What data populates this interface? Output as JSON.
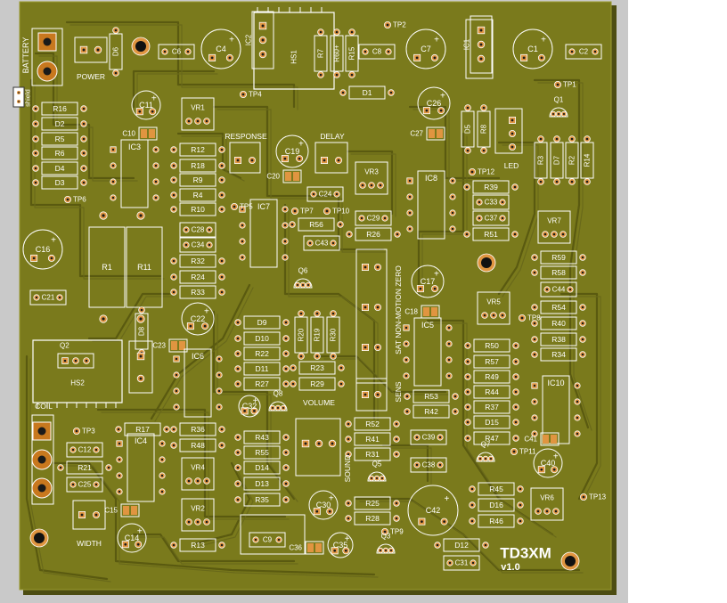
{
  "board": {
    "title": "TD3XM",
    "version": "v1.0",
    "colors": {
      "background": "#c9c9c9",
      "board": "#7a7a1c",
      "board_shadow": "#4d4d12",
      "silkscreen": "#ffffff",
      "pad": "#c8781e",
      "pad_ring": "#e09540",
      "trace": "#5a5a10",
      "hole": "#1a1a1a"
    }
  },
  "labels": {
    "battery": "BATTERY",
    "shield": "shield",
    "power": "POWER",
    "response": "RESPONSE",
    "delay": "DELAY",
    "led": "LED",
    "coil": "COIL",
    "width": "WIDTH",
    "volume": "VOLUME",
    "sound": "SOUND",
    "sens": "SENS",
    "sat_nmz": "SAT NON-MOTION ZERO"
  },
  "parts": [
    {
      "ref": "D6",
      "kind": "res_v"
    },
    {
      "ref": "C6",
      "kind": "cap"
    },
    {
      "ref": "C4",
      "kind": "ecap"
    },
    {
      "ref": "IC2",
      "kind": "tab"
    },
    {
      "ref": "HS1",
      "kind": "hs"
    },
    {
      "ref": "R7",
      "kind": "res_v"
    },
    {
      "ref": "R60+",
      "kind": "res_v"
    },
    {
      "ref": "R15",
      "kind": "res_v"
    },
    {
      "ref": "C8",
      "kind": "cap"
    },
    {
      "ref": "TP2",
      "kind": "tp"
    },
    {
      "ref": "C7",
      "kind": "ecap"
    },
    {
      "ref": "IC1",
      "kind": "tab"
    },
    {
      "ref": "C1",
      "kind": "ecap"
    },
    {
      "ref": "C2",
      "kind": "cap"
    },
    {
      "ref": "TP1",
      "kind": "tp"
    },
    {
      "ref": "TP4",
      "kind": "tp"
    },
    {
      "ref": "D1",
      "kind": "res_h"
    },
    {
      "ref": "R16",
      "kind": "res_h"
    },
    {
      "ref": "D2",
      "kind": "res_h"
    },
    {
      "ref": "R5",
      "kind": "res_h"
    },
    {
      "ref": "R6",
      "kind": "res_h"
    },
    {
      "ref": "D4",
      "kind": "res_h"
    },
    {
      "ref": "D3",
      "kind": "res_h"
    },
    {
      "ref": "TP6",
      "kind": "tp"
    },
    {
      "ref": "C11",
      "kind": "ecap"
    },
    {
      "ref": "C10",
      "kind": "smd"
    },
    {
      "ref": "IC3",
      "kind": "ic"
    },
    {
      "ref": "VR1",
      "kind": "vr"
    },
    {
      "ref": "R12",
      "kind": "res_h"
    },
    {
      "ref": "R18",
      "kind": "res_h"
    },
    {
      "ref": "R9",
      "kind": "res_h"
    },
    {
      "ref": "R4",
      "kind": "res_h"
    },
    {
      "ref": "R10",
      "kind": "res_h"
    },
    {
      "ref": "C19",
      "kind": "ecap"
    },
    {
      "ref": "C20",
      "kind": "smd"
    },
    {
      "ref": "IC7",
      "kind": "ic"
    },
    {
      "ref": "TP5",
      "kind": "tp"
    },
    {
      "ref": "TP7",
      "kind": "tp"
    },
    {
      "ref": "VR3",
      "kind": "vr"
    },
    {
      "ref": "C24",
      "kind": "cap"
    },
    {
      "ref": "TP10",
      "kind": "tp"
    },
    {
      "ref": "R56",
      "kind": "res_h"
    },
    {
      "ref": "C29",
      "kind": "cap"
    },
    {
      "ref": "C43",
      "kind": "cap"
    },
    {
      "ref": "R26",
      "kind": "res_h"
    },
    {
      "ref": "C26",
      "kind": "ecap"
    },
    {
      "ref": "C27",
      "kind": "smd"
    },
    {
      "ref": "IC8",
      "kind": "ic"
    },
    {
      "ref": "D5",
      "kind": "res_v"
    },
    {
      "ref": "R8",
      "kind": "res_v"
    },
    {
      "ref": "Q1",
      "kind": "to92"
    },
    {
      "ref": "R3",
      "kind": "res_v"
    },
    {
      "ref": "D7",
      "kind": "res_v"
    },
    {
      "ref": "R2",
      "kind": "res_v"
    },
    {
      "ref": "R14",
      "kind": "res_v"
    },
    {
      "ref": "TP12",
      "kind": "tp"
    },
    {
      "ref": "R39",
      "kind": "res_h"
    },
    {
      "ref": "C33",
      "kind": "cap"
    },
    {
      "ref": "C37",
      "kind": "cap"
    },
    {
      "ref": "R51",
      "kind": "res_h"
    },
    {
      "ref": "C16",
      "kind": "ecap"
    },
    {
      "ref": "R1",
      "kind": "big"
    },
    {
      "ref": "R11",
      "kind": "big"
    },
    {
      "ref": "C21",
      "kind": "cap"
    },
    {
      "ref": "C28",
      "kind": "cap"
    },
    {
      "ref": "C34",
      "kind": "cap"
    },
    {
      "ref": "R32",
      "kind": "res_h"
    },
    {
      "ref": "R24",
      "kind": "res_h"
    },
    {
      "ref": "R33",
      "kind": "res_h"
    },
    {
      "ref": "Q6",
      "kind": "to92"
    },
    {
      "ref": "C17",
      "kind": "ecap"
    },
    {
      "ref": "C18",
      "kind": "smd"
    },
    {
      "ref": "IC5",
      "kind": "ic"
    },
    {
      "ref": "VR7",
      "kind": "vr"
    },
    {
      "ref": "R59",
      "kind": "res_h"
    },
    {
      "ref": "R58",
      "kind": "res_h"
    },
    {
      "ref": "C44",
      "kind": "cap"
    },
    {
      "ref": "VR5",
      "kind": "vr"
    },
    {
      "ref": "TP8",
      "kind": "tp"
    },
    {
      "ref": "R54",
      "kind": "res_h"
    },
    {
      "ref": "R40",
      "kind": "res_h"
    },
    {
      "ref": "R38",
      "kind": "res_h"
    },
    {
      "ref": "R34",
      "kind": "res_h"
    },
    {
      "ref": "D8",
      "kind": "res_v"
    },
    {
      "ref": "Q2",
      "kind": "to220"
    },
    {
      "ref": "HS2",
      "kind": "hs"
    },
    {
      "ref": "C22",
      "kind": "ecap"
    },
    {
      "ref": "C23",
      "kind": "smd"
    },
    {
      "ref": "IC6",
      "kind": "ic"
    },
    {
      "ref": "D9",
      "kind": "res_h"
    },
    {
      "ref": "D10",
      "kind": "res_h"
    },
    {
      "ref": "R22",
      "kind": "res_h"
    },
    {
      "ref": "D11",
      "kind": "res_h"
    },
    {
      "ref": "R27",
      "kind": "res_h"
    },
    {
      "ref": "R20",
      "kind": "res_v"
    },
    {
      "ref": "R19",
      "kind": "res_v"
    },
    {
      "ref": "R30",
      "kind": "res_v"
    },
    {
      "ref": "R23",
      "kind": "res_h"
    },
    {
      "ref": "R29",
      "kind": "res_h"
    },
    {
      "ref": "R50",
      "kind": "res_h"
    },
    {
      "ref": "R57",
      "kind": "res_h"
    },
    {
      "ref": "R49",
      "kind": "res_h"
    },
    {
      "ref": "R44",
      "kind": "res_h"
    },
    {
      "ref": "R37",
      "kind": "res_h"
    },
    {
      "ref": "D15",
      "kind": "res_h"
    },
    {
      "ref": "R47",
      "kind": "res_h"
    },
    {
      "ref": "IC10",
      "kind": "ic"
    },
    {
      "ref": "C41",
      "kind": "smd"
    },
    {
      "ref": "C40",
      "kind": "ecap"
    },
    {
      "ref": "TP11",
      "kind": "tp"
    },
    {
      "ref": "Q7",
      "kind": "to92"
    },
    {
      "ref": "C32",
      "kind": "ecap"
    },
    {
      "ref": "Q8",
      "kind": "to92"
    },
    {
      "ref": "R53",
      "kind": "res_h"
    },
    {
      "ref": "R42",
      "kind": "res_h"
    },
    {
      "ref": "R52",
      "kind": "res_h"
    },
    {
      "ref": "R41",
      "kind": "res_h"
    },
    {
      "ref": "R31",
      "kind": "res_h"
    },
    {
      "ref": "C39",
      "kind": "cap"
    },
    {
      "ref": "C38",
      "kind": "cap"
    },
    {
      "ref": "TP3",
      "kind": "tp"
    },
    {
      "ref": "R17",
      "kind": "res_h"
    },
    {
      "ref": "C12",
      "kind": "cap"
    },
    {
      "ref": "R21",
      "kind": "res_h"
    },
    {
      "ref": "C25",
      "kind": "cap"
    },
    {
      "ref": "R36",
      "kind": "res_h"
    },
    {
      "ref": "R48",
      "kind": "res_h"
    },
    {
      "ref": "R43",
      "kind": "res_h"
    },
    {
      "ref": "R55",
      "kind": "res_h"
    },
    {
      "ref": "D14",
      "kind": "res_h"
    },
    {
      "ref": "D13",
      "kind": "res_h"
    },
    {
      "ref": "R35",
      "kind": "res_h"
    },
    {
      "ref": "IC4",
      "kind": "ic"
    },
    {
      "ref": "VR4",
      "kind": "vr"
    },
    {
      "ref": "VR2",
      "kind": "vr"
    },
    {
      "ref": "C15",
      "kind": "smd"
    },
    {
      "ref": "C14",
      "kind": "ecap"
    },
    {
      "ref": "R13",
      "kind": "res_h"
    },
    {
      "ref": "C9",
      "kind": "cap"
    },
    {
      "ref": "C36",
      "kind": "smd"
    },
    {
      "ref": "C35",
      "kind": "ecap"
    },
    {
      "ref": "C30",
      "kind": "ecap"
    },
    {
      "ref": "Q5",
      "kind": "to92"
    },
    {
      "ref": "R25",
      "kind": "res_h"
    },
    {
      "ref": "R28",
      "kind": "res_h"
    },
    {
      "ref": "TP9",
      "kind": "tp"
    },
    {
      "ref": "Q3",
      "kind": "to92"
    },
    {
      "ref": "C42",
      "kind": "ecap"
    },
    {
      "ref": "R45",
      "kind": "res_h"
    },
    {
      "ref": "D16",
      "kind": "res_h"
    },
    {
      "ref": "R46",
      "kind": "res_h"
    },
    {
      "ref": "VR6",
      "kind": "vr"
    },
    {
      "ref": "TP13",
      "kind": "tp"
    },
    {
      "ref": "D12",
      "kind": "res_h"
    },
    {
      "ref": "C31",
      "kind": "cap"
    }
  ]
}
